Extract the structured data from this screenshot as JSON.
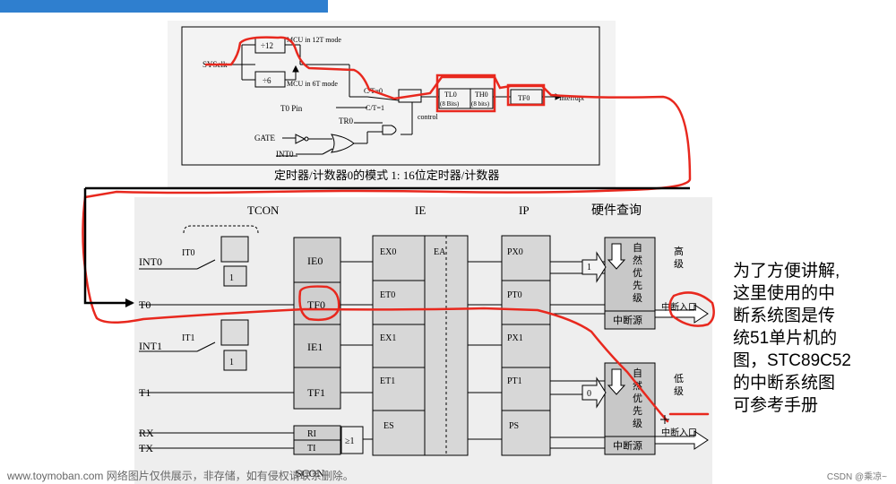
{
  "header": {
    "title_fragment": ""
  },
  "timer": {
    "sysclk": "SYSclk",
    "div12": "÷12",
    "div6": "÷6",
    "mode12": "MCU in 12T mode",
    "mode6": "MCU in 6T mode",
    "ct0": "C/T=0",
    "ct1": "C/T=1",
    "t0pin": "T0 Pin",
    "tr0": "TR0",
    "gate": "GATE",
    "int0": "INT0",
    "control": "control",
    "tl0": "TL0",
    "tl0bits": "(8 Bits)",
    "th0": "TH0",
    "th0bits": "(8 bits)",
    "tf0": "TF0",
    "interrupt": "Interrupt",
    "caption": "定时器/计数器0的模式 1: 16位定时器/计数器"
  },
  "interrupt": {
    "tcon": "TCON",
    "ie": "IE",
    "ip": "IP",
    "hw": "硬件查询",
    "inputs": [
      "INT0",
      "T0",
      "INT1",
      "T1",
      "RX",
      "TX"
    ],
    "it0": "IT0",
    "it1": "IT1",
    "flags": [
      "IE0",
      "TF0",
      "IE1",
      "TF1"
    ],
    "ri": "RI",
    "ti": "TI",
    "ge1": "≥1",
    "scon": "SCON",
    "ie_bits": [
      "EX0",
      "ET0",
      "EX1",
      "ET1",
      "ES"
    ],
    "ea": "EA",
    "ip_bits": [
      "PX0",
      "PT0",
      "PX1",
      "PT1",
      "PS"
    ],
    "one": "1",
    "zero": "0",
    "high": [
      "高",
      "级"
    ],
    "low": [
      "低",
      "级"
    ],
    "natural": [
      "自",
      "然",
      "优",
      "先",
      "级"
    ],
    "source": "中断源",
    "entry": "中断入口"
  },
  "note": [
    "为了方便讲解,",
    "这里使用的中",
    "断系统图是传",
    "统51单片机的",
    "图，STC89C52",
    "的中断系统图",
    "可参考手册"
  ],
  "footer": "www.toymoban.com 网络图片仅供展示，非存储，如有侵权请联系删除。",
  "csdn": "CSDN @乘凉~",
  "colors": {
    "annotation": "#e8281e",
    "accent": "#2f7fcf"
  }
}
